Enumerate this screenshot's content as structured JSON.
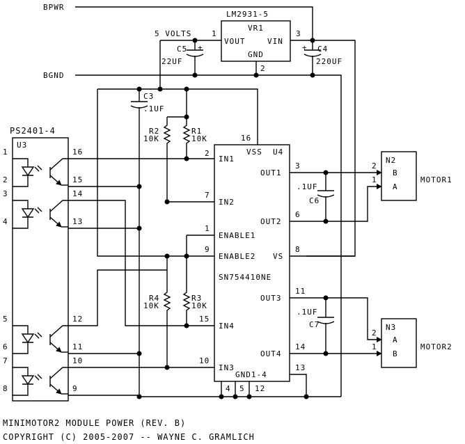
{
  "nets": {
    "bpwr": "BPWR",
    "bgnd": "BGND",
    "five_volts": "5 VOLTS"
  },
  "vr1": {
    "part": "LM2931-5",
    "ref": "VR1",
    "vout": "VOUT",
    "vin": "VIN",
    "gnd": "GND",
    "pin_vout": "1",
    "pin_vin": "3",
    "pin_gnd": "2"
  },
  "c5": {
    "ref": "C5",
    "value": "22UF"
  },
  "c4": {
    "ref": "C4",
    "value": "220UF"
  },
  "c3": {
    "ref": "C3",
    "value": ".1UF"
  },
  "r2": {
    "ref": "R2",
    "value": "10K"
  },
  "r1": {
    "ref": "R1",
    "value": "10K"
  },
  "r4": {
    "ref": "R4",
    "value": "10K"
  },
  "r3": {
    "ref": "R3",
    "value": "10K"
  },
  "c6": {
    "ref": "C6",
    "value": ".1UF"
  },
  "c7": {
    "ref": "C7",
    "value": ".1UF"
  },
  "u3": {
    "part": "PS2401-4",
    "ref": "U3",
    "pins": {
      "p1": "1",
      "p2": "2",
      "p3": "3",
      "p4": "4",
      "p5": "5",
      "p6": "6",
      "p7": "7",
      "p8": "8",
      "p9": "9",
      "p10": "10",
      "p11": "11",
      "p12": "12",
      "p13": "13",
      "p14": "14",
      "p15": "15",
      "p16": "16"
    }
  },
  "u4": {
    "ref": "U4",
    "part": "SN754410NE",
    "labels": {
      "vss": "VSS",
      "in1": "IN1",
      "in2": "IN2",
      "enable1": "ENABLE1",
      "enable2": "ENABLE2",
      "vs": "VS",
      "in4": "IN4",
      "in3": "IN3",
      "out1": "OUT1",
      "out2": "OUT2",
      "out3": "OUT3",
      "out4": "OUT4",
      "gnd": "GND1-4"
    },
    "pins": {
      "p16": "16",
      "p2": "2",
      "p7": "7",
      "p1": "1",
      "p9": "9",
      "p15": "15",
      "p10": "10",
      "p3": "3",
      "p6": "6",
      "p8": "8",
      "p11": "11",
      "p14": "14",
      "p13": "13",
      "p4": "4",
      "p5": "5",
      "p12": "12"
    }
  },
  "n2": {
    "ref": "N2",
    "pin_b": "B",
    "pin_a": "A",
    "pin2": "2",
    "pin1": "1",
    "label": "MOTOR1"
  },
  "n3": {
    "ref": "N3",
    "pin_a": "A",
    "pin_b": "B",
    "pin2": "2",
    "pin1": "1",
    "label": "MOTOR2"
  },
  "footer": {
    "title": "MINIMOTOR2 MODULE POWER (REV. B)",
    "copyright": "COPYRIGHT (C) 2005-2007 -- WAYNE C. GRAMLICH"
  }
}
